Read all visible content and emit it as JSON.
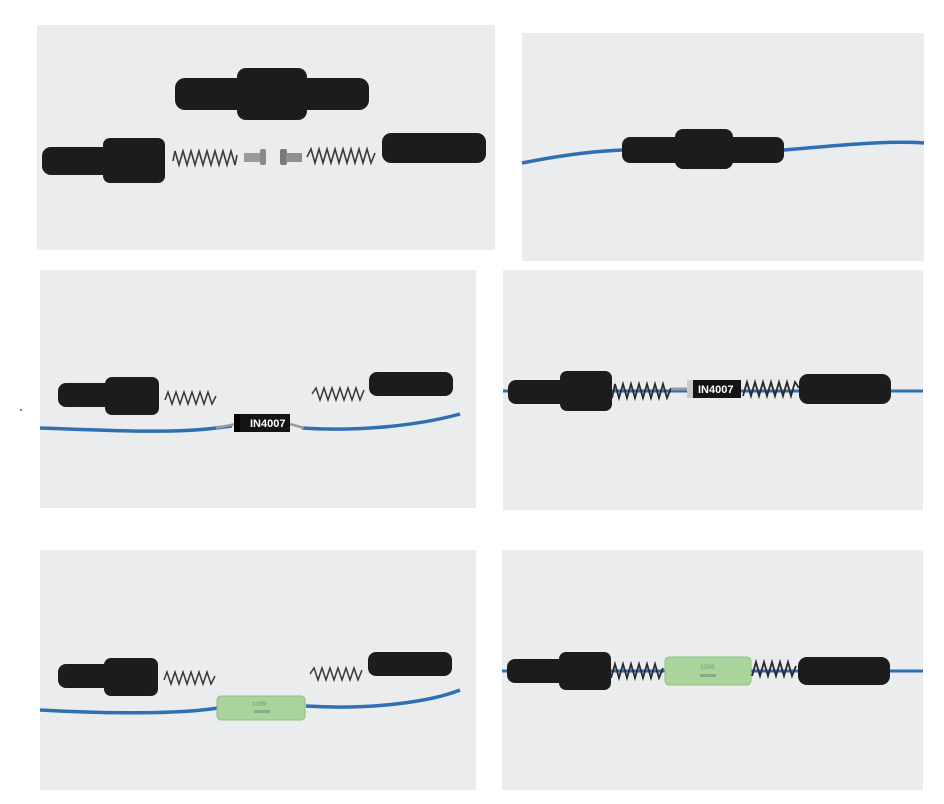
{
  "panels": [
    {
      "id": "parts-disassembled"
    },
    {
      "id": "assembled-on-wire"
    },
    {
      "id": "diode-exploded",
      "component": "diode",
      "label": "IN4007"
    },
    {
      "id": "diode-assembled",
      "component": "diode",
      "label": "IN4007"
    },
    {
      "id": "resistor-exploded",
      "component": "resistor",
      "label": "100R"
    },
    {
      "id": "resistor-assembled",
      "component": "resistor",
      "label": "100R"
    }
  ],
  "colors": {
    "panel_bg": "#ebeced",
    "housing": "#1c1c1c",
    "wire": "#2f6fb3",
    "spring": "#3a3a3a",
    "resistor_body": "#a9d49b",
    "diode_body": "#141414"
  }
}
